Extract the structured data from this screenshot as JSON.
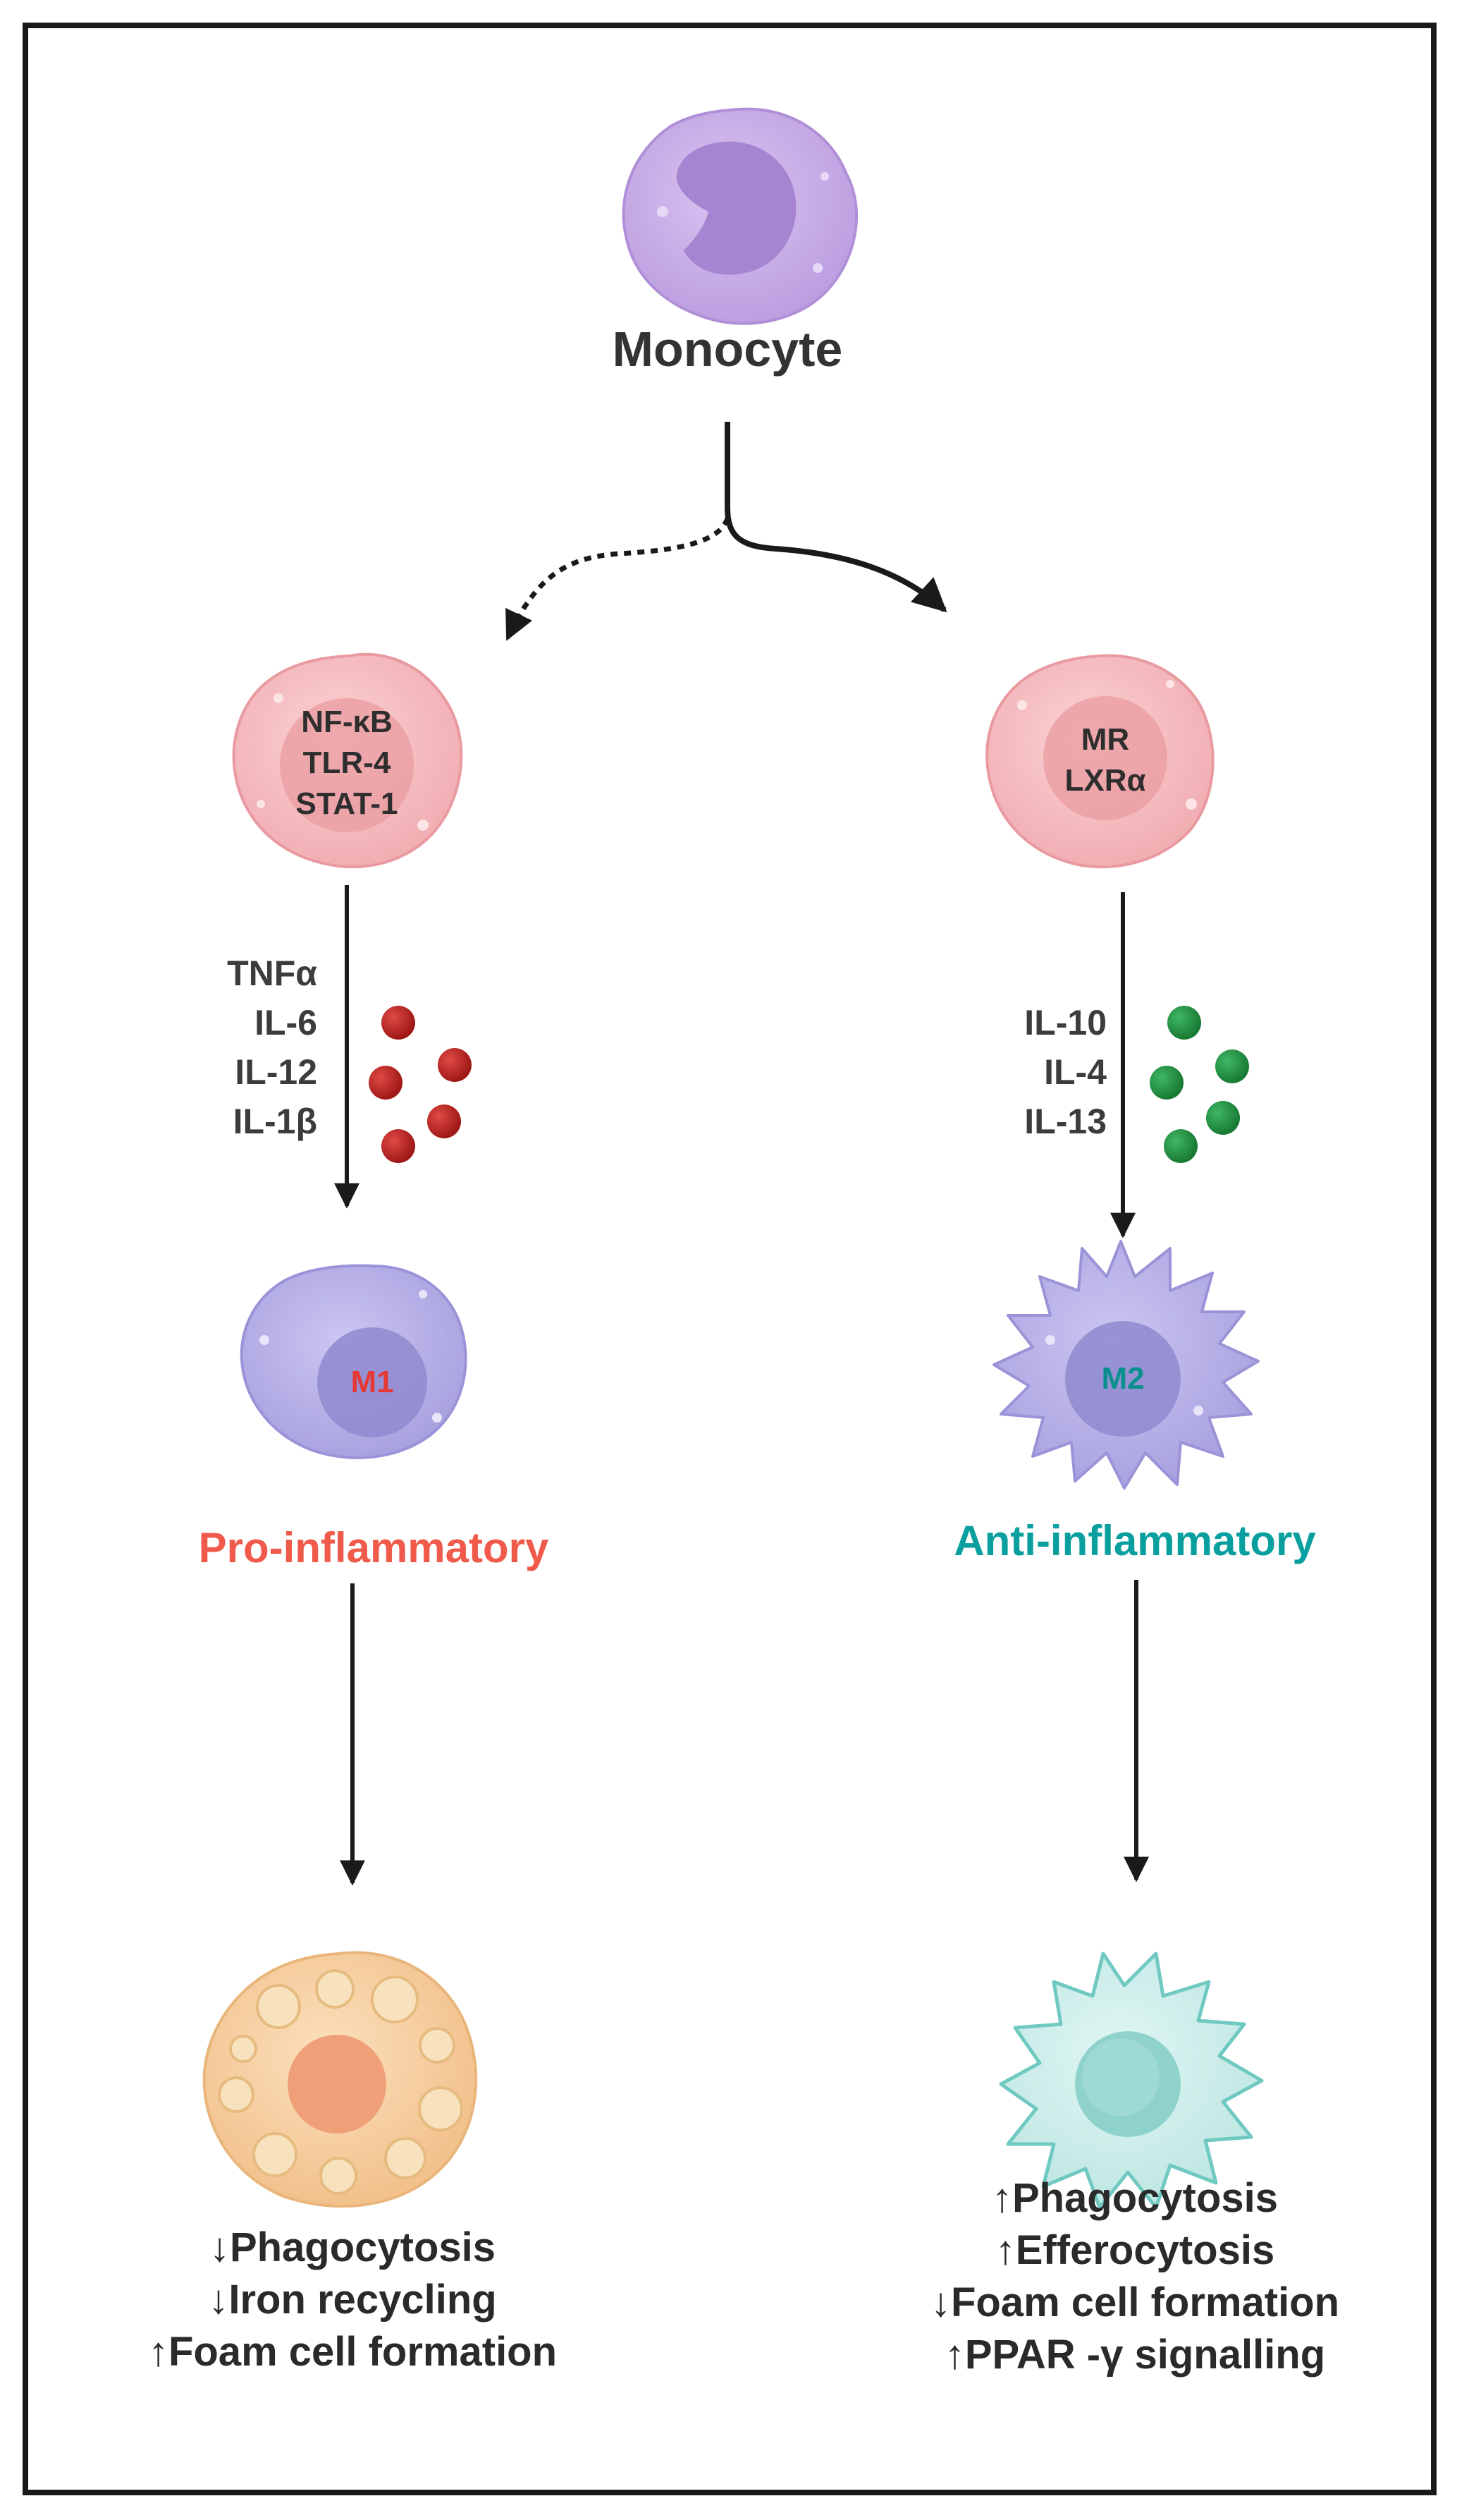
{
  "monocyte": {
    "label": "Monocyte"
  },
  "m1_precursor": {
    "markers": [
      "NF-κB",
      "TLR-4",
      "STAT-1"
    ]
  },
  "m2_precursor": {
    "markers": [
      "MR",
      "LXRα"
    ]
  },
  "m1_cytokines": [
    "TNFα",
    "IL-6",
    "IL-12",
    "IL-1β"
  ],
  "m2_cytokines": [
    "IL-10",
    "IL-4",
    "IL-13"
  ],
  "m1": {
    "label": "M1",
    "phenotype": "Pro-inflammatory"
  },
  "m2": {
    "label": "M2",
    "phenotype": "Anti-inflammatory"
  },
  "m1_effects": [
    "↓Phagocytosis",
    "↓Iron recycling",
    "↑Foam cell formation"
  ],
  "m2_effects": [
    "↑Phagocytosis",
    "↑Efferocytosis",
    "↓Foam cell formation",
    "↑PPAR -γ signalling"
  ],
  "colors": {
    "monocyte": "#c9aee8",
    "monocyte_nucleus": "#a484cf",
    "precursor": "#f5bcc0",
    "precursor_nucleus": "#eca2a6",
    "macrophage": "#b6b0e6",
    "macrophage_nucleus": "#8f89cf",
    "foam_cell": "#f7cfa0",
    "foam_nucleus": "#f0a078",
    "m2_effector": "#c9ece9",
    "m2_effector_nucleus": "#8fd2cc",
    "pro_inflammatory": "#f05a4a",
    "anti_inflammatory": "#0a9f9f",
    "m1_cytokine_dot": "#b3201f",
    "m2_cytokine_dot": "#1f8a3c"
  }
}
